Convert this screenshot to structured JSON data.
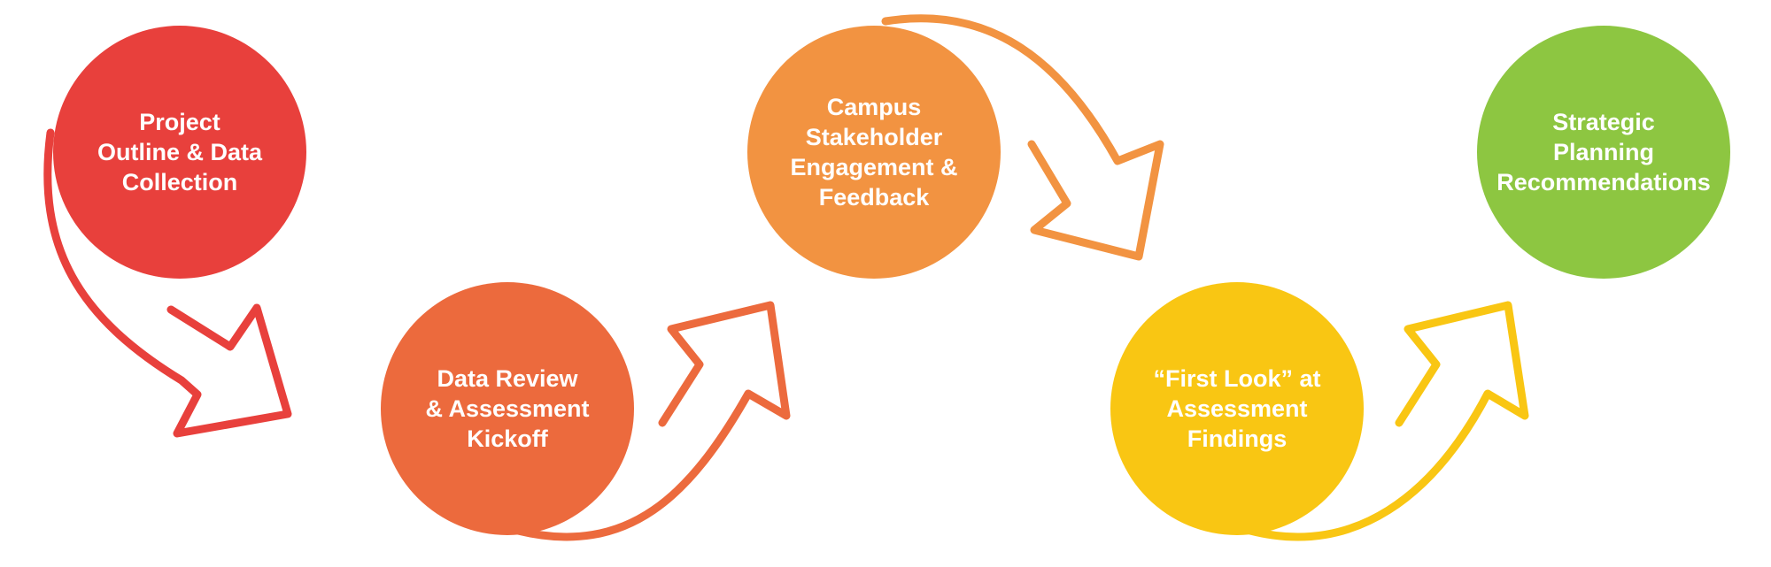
{
  "diagram": {
    "steps": [
      {
        "lines": [
          "Project",
          "Outline & Data",
          "Collection"
        ],
        "color": "#E8403C"
      },
      {
        "lines": [
          "Data Review",
          "& Assessment",
          "Kickoff"
        ],
        "color": "#EC6A3D"
      },
      {
        "lines": [
          "Campus",
          "Stakeholder",
          "Engagement &",
          "Feedback"
        ],
        "color": "#F29341"
      },
      {
        "lines": [
          "“First Look” at",
          "Assessment",
          "Findings"
        ],
        "color": "#F9C613"
      },
      {
        "lines": [
          "Strategic",
          "Planning",
          "Recommendations"
        ],
        "color": "#8DC641"
      }
    ],
    "arrow_colors": [
      "#E8403C",
      "#EC6A3D",
      "#F29341",
      "#F9C613"
    ]
  }
}
